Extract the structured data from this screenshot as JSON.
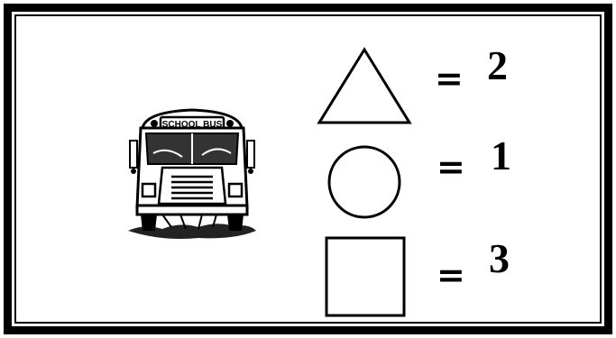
{
  "bus": {
    "sign_text": "SCHOOL BUS"
  },
  "equations": [
    {
      "shape": "triangle",
      "equals": "=",
      "value": "2"
    },
    {
      "shape": "circle",
      "equals": "=",
      "value": "1"
    },
    {
      "shape": "square",
      "equals": "=",
      "value": "3"
    }
  ]
}
